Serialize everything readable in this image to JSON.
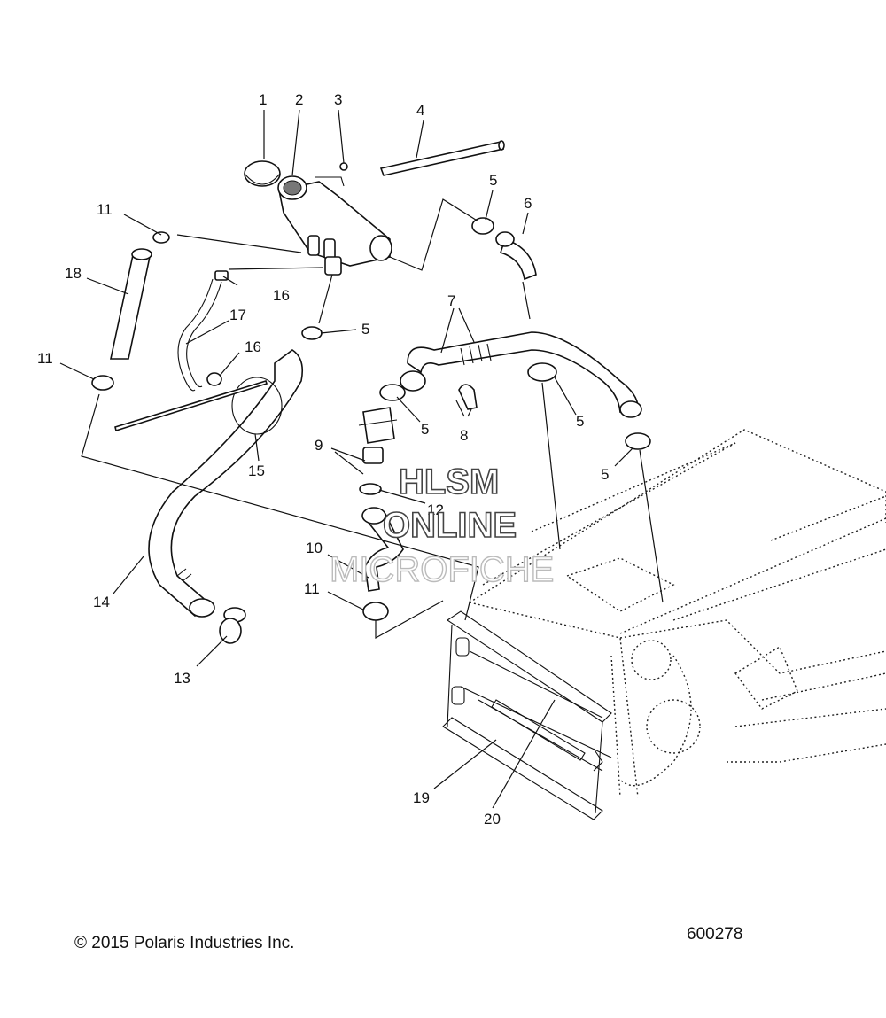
{
  "callouts": [
    {
      "label": "1"
    },
    {
      "label": "2"
    },
    {
      "label": "3"
    },
    {
      "label": "4"
    },
    {
      "label": "5"
    },
    {
      "label": "6"
    },
    {
      "label": "11"
    },
    {
      "label": "18"
    },
    {
      "label": "16"
    },
    {
      "label": "17"
    },
    {
      "label": "5"
    },
    {
      "label": "16"
    },
    {
      "label": "7"
    },
    {
      "label": "11"
    },
    {
      "label": "5"
    },
    {
      "label": "8"
    },
    {
      "label": "5"
    },
    {
      "label": "15"
    },
    {
      "label": "9"
    },
    {
      "label": "5"
    },
    {
      "label": "12"
    },
    {
      "label": "10"
    },
    {
      "label": "14"
    },
    {
      "label": "11"
    },
    {
      "label": "13"
    },
    {
      "label": "19"
    },
    {
      "label": "20"
    }
  ],
  "watermark": {
    "line1": "HLSM",
    "line2": "ONLINE",
    "line3": "MICROFICHE"
  },
  "footer": {
    "copyright": "© 2015 Polaris Industries Inc.",
    "drawing_number": "600278"
  }
}
